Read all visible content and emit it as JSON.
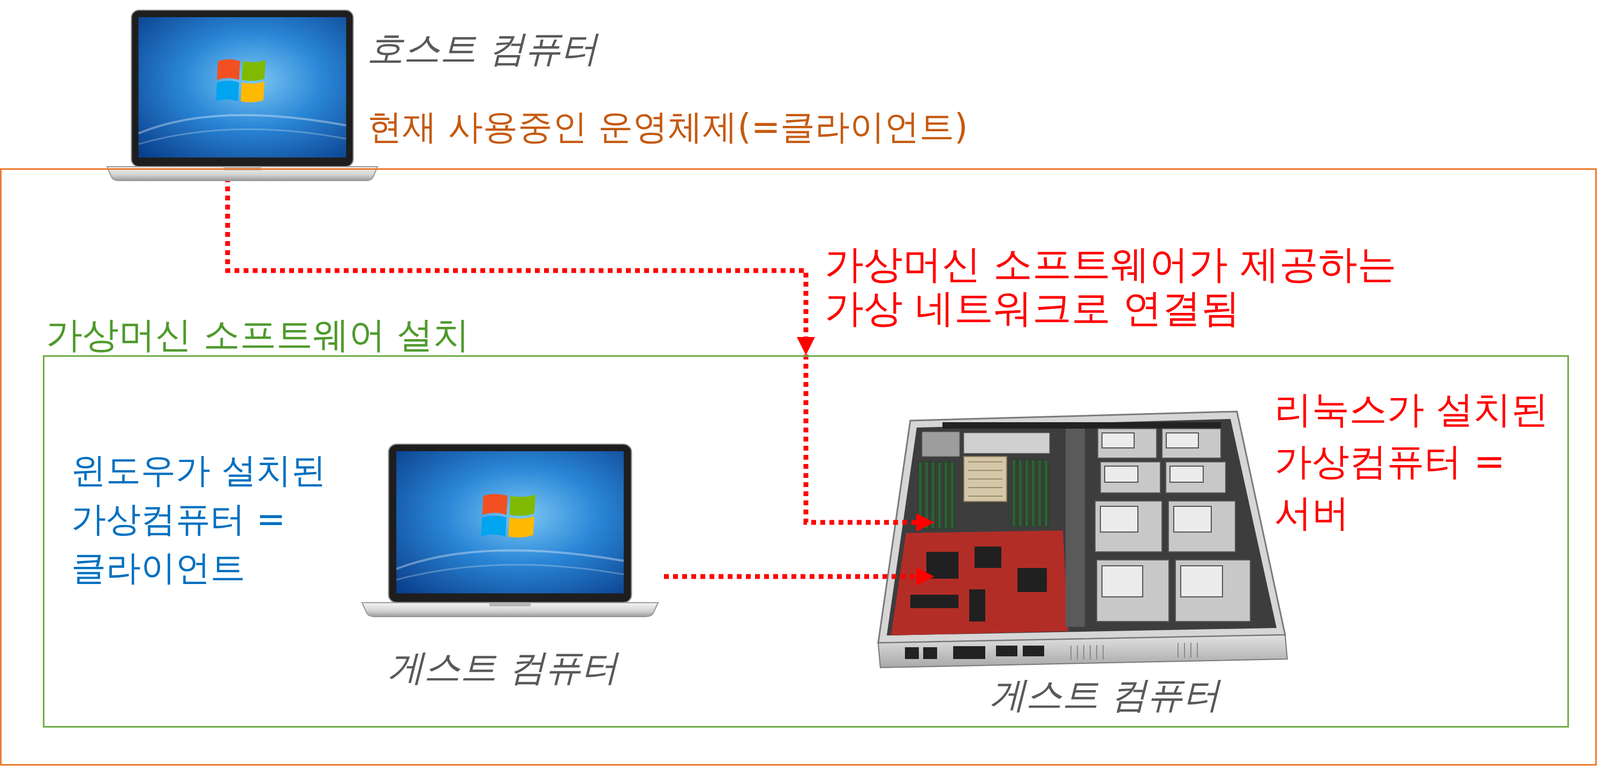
{
  "diagram": {
    "nodes": [
      {
        "text": [
          "호스트 컴퓨터",
          "현재 사용중인 운영체제(=클라이언트)"
        ]
      },
      {
        "text": [
          "가상머신 소프트웨어 설치"
        ],
        "in": 0
      },
      {
        "text": [
          "윈도우가 설치된 가상컴퓨터 =클라이언트",
          "게스트 컴퓨터"
        ],
        "in": 1
      },
      {
        "text": [
          "리눅스가 설치된 가상컴퓨터 =서버",
          "게스트 컴퓨터"
        ],
        "in": 1
      }
    ],
    "edges": [
      {
        "from": 0,
        "to": 3,
        "label": "가상머신 소프트웨어가 제공하는 가상 네트워크로 연결됨",
        "arrow": "to"
      },
      {
        "from": 2,
        "to": 3,
        "arrow": "to"
      }
    ]
  }
}
